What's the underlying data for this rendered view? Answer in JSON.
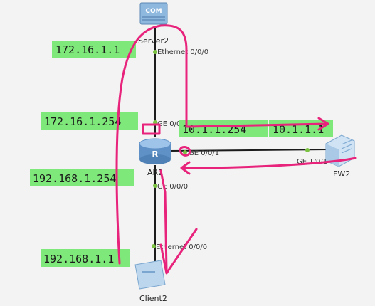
{
  "colors": {
    "canvas": "#f3f3f3",
    "link": "#1b1b1b",
    "label_bg": "#7fe87a",
    "port_dot": "#7cc242",
    "annotation": "#e8237c"
  },
  "devices": {
    "server2": {
      "name": "Server2",
      "icon": "server-icon",
      "badge": "COM"
    },
    "ar2": {
      "name": "AR2",
      "icon": "router-icon",
      "glyph": "R"
    },
    "fw2": {
      "name": "FW2",
      "icon": "firewall-icon"
    },
    "client2": {
      "name": "Client2",
      "icon": "pc-icon"
    }
  },
  "ports": {
    "server2_eth": "Ethernet 0/0/0",
    "ar2_ge002": "GE 0/0/2",
    "ar2_ge001": "GE 0/0/1",
    "ar2_ge000": "GE 0/0/0",
    "fw2_ge": "GE 1/0/1",
    "client2_eth": "Ethernet 0/0/0"
  },
  "ip_labels": {
    "server2": "172.16.1.1",
    "ar2_g002": "172.16.1.254",
    "ar2_g001": "10.1.1.254",
    "fw2": "10.1.1.1",
    "ar2_g000": "192.168.1.254",
    "client2": "192.168.1.1"
  }
}
